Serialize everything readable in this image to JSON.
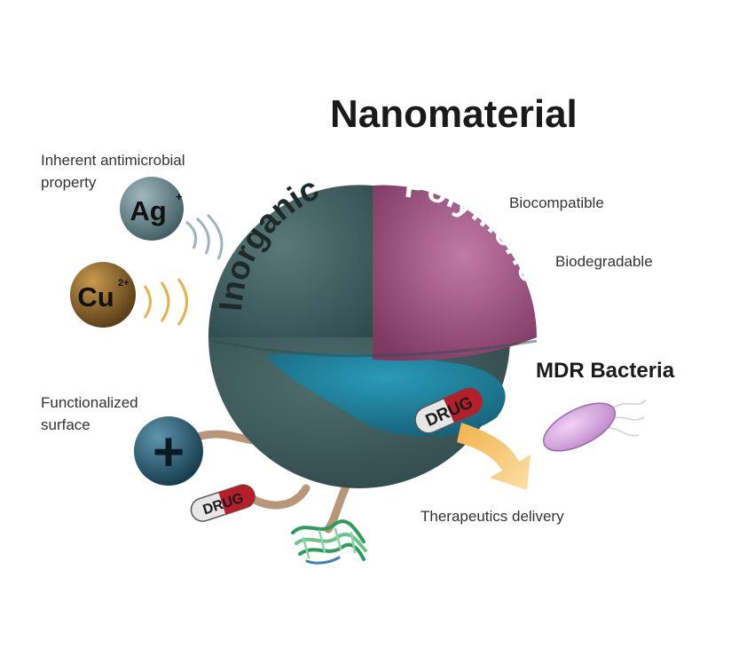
{
  "title": "Nanomaterial",
  "labels": {
    "inorganic": "Inorganic",
    "polymeric": "Polymeric",
    "inherent_line1": "Inherent antimicrobial",
    "inherent_line2": "property",
    "biocompatible": "Biocompatible",
    "biodegradable": "Biodegradable",
    "mdr_bacteria": "MDR Bacteria",
    "functionalized_line1": "Functionalized",
    "functionalized_line2": "surface",
    "therapeutics_delivery": "Therapeutics delivery"
  },
  "ions": {
    "silver": "Ag",
    "silver_charge": "+",
    "copper": "Cu",
    "copper_charge": "2+"
  },
  "functional_group_symbol": "+",
  "drug_capsule_text": "DRUG",
  "colors": {
    "inorganic": "#3f5e5e",
    "polymeric": "#a0527f",
    "cavity": "#1f7f99",
    "silver_ion": "#4d6a72",
    "copper_ion": "#7a5a26",
    "functional_ion": "#1f4a5c",
    "capsule_red": "#b51f2a",
    "arrow": "#f5c46a",
    "bacteria": "#d7a6e2",
    "linker": "#b99678",
    "protein": "#2f9b5d"
  },
  "icons": [
    "silver-ion-sphere",
    "copper-ion-sphere",
    "functional-group-sphere",
    "drug-capsule",
    "protein-ribbon",
    "bacteria-cell",
    "delivery-arrow"
  ]
}
